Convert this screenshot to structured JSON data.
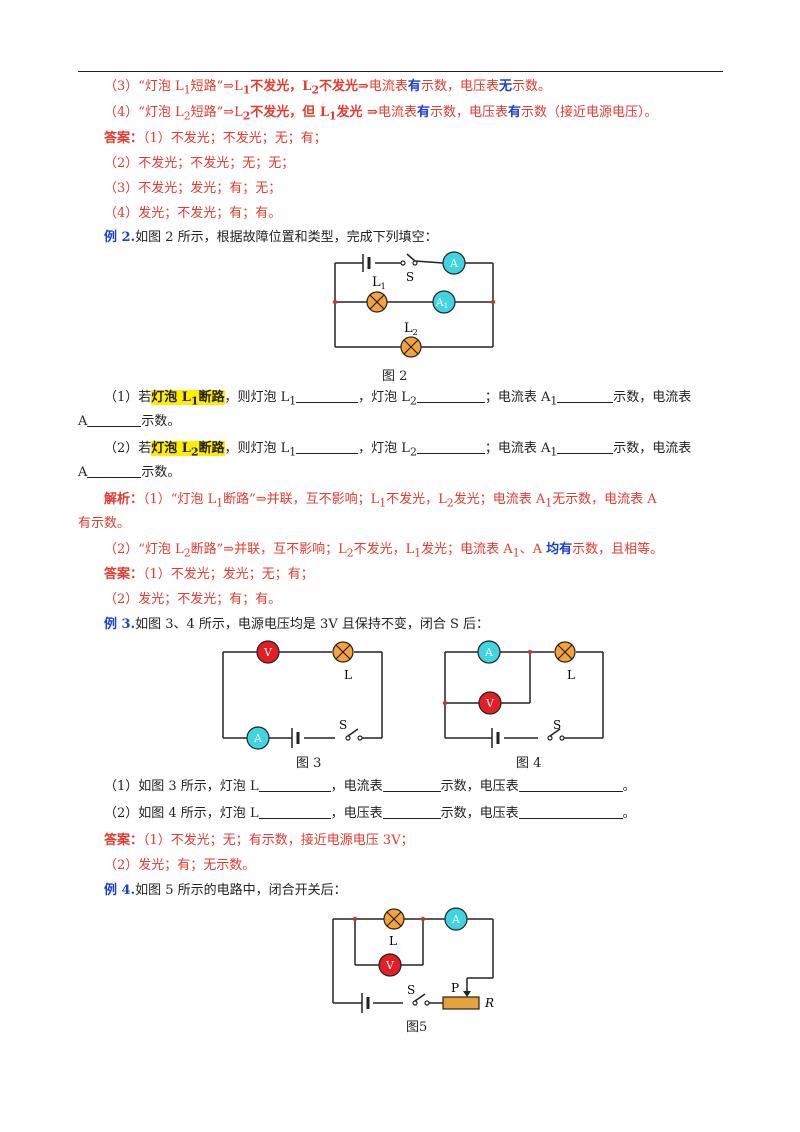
{
  "ex1_tail": {
    "l3": {
      "pre": "（3）“灯泡 L",
      "sub1": "1",
      "mid1": "短路”⇒L",
      "sub2": "1",
      "b1": "不发光，L",
      "sub3": "2",
      "b2": "不发光⇒",
      "t1": "电流表",
      "blue1": "有",
      "t2": "示数，电压表",
      "blue2": "无",
      "t3": "示数。"
    },
    "l4": {
      "pre": "（4）“灯泡 L",
      "sub1": "2",
      "mid1": "短路”⇒L",
      "sub2": "2",
      "b1": "不发光，但 L",
      "sub3": "1",
      "b2": "发光 ⇒",
      "t1": "电流表",
      "blue1": "有",
      "t2": "示数，电压表",
      "blue2": "有",
      "t3": "示数（接近电源电压）。"
    },
    "answer_label": "答案：",
    "answers": [
      "（1）不发光；不发光；无；有；",
      "（2）不发光；不发光；无；无；",
      "（3）不发光；发光；有；无；",
      "（4）发光；不发光；有；有。"
    ]
  },
  "ex2": {
    "label": "例 2.",
    "text": "如图 2 所示，根据故障位置和类型，完成下列填空：",
    "figure": {
      "caption": "图 2",
      "switch": "S",
      "ammeter_main": "A",
      "ammeter_1": "A",
      "ammeter_1_sub": "1",
      "lamp1": "L",
      "lamp1_sub": "1",
      "lamp2": "L",
      "lamp2_sub": "2"
    },
    "q1": {
      "pre": "（1）若",
      "hl": "灯泡 L",
      "hl_sub": "1",
      "hl_tail": "断路",
      "t1": "，则灯泡 L",
      "s1": "1",
      "t2": "，灯泡 L",
      "s2": "2",
      "t3": "；电流表 A",
      "s3": "1",
      "t4": "示数，电流表",
      "t5": "A",
      "t6": "示数。"
    },
    "q2": {
      "pre": "（2）若",
      "hl": "灯泡 L",
      "hl_sub": "2",
      "hl_tail": "断路",
      "t1": "，则灯泡 L",
      "s1": "1",
      "t2": "，灯泡 L",
      "s2": "2",
      "t3": "；电流表 A",
      "s3": "1",
      "t4": "示数，电流表",
      "t5": "A",
      "t6": "示数。"
    },
    "analysis_label": "解析：",
    "a1": {
      "pre": "（1）“灯泡 L",
      "s1": "1",
      "t1": "断路”⇒并联，互不影响；L",
      "s2": "1",
      "t2": "不发光，L",
      "s3": "2",
      "t3": "发光；电流表 A",
      "s4": "1",
      "t4": "无示数，电流表 A",
      "t5": "有示数。"
    },
    "a2": {
      "pre": "（2）“灯泡 L",
      "s1": "2",
      "t1": "断路”⇒并联，互不影响；L",
      "s2": "2",
      "t2": "不发光，L",
      "s3": "1",
      "t3": "发光；电流表 A",
      "s4": "1",
      "t4": "、A ",
      "blue": "均有",
      "t5": "示数，且相等。"
    },
    "answer_label": "答案：",
    "answers": [
      "（1）不发光；发光；无；有；",
      "（2）发光；不发光；有；有。"
    ]
  },
  "ex3": {
    "label": "例 3.",
    "text": "如图 3、4 所示，电源电压均是 3V 且保持不变，闭合 S 后：",
    "fig3": {
      "caption": "图 3",
      "voltmeter": "V",
      "ammeter": "A",
      "lamp": "L",
      "switch": "S"
    },
    "fig4": {
      "caption": "图 4",
      "voltmeter": "V",
      "ammeter": "A",
      "lamp": "L",
      "switch": "S"
    },
    "q1": {
      "t1": "（1）如图 3 所示，灯泡 L",
      "t2": "，电流表",
      "t3": "示数，电压表",
      "t4": "。"
    },
    "q2": {
      "t1": "（2）如图 4 所示，灯泡 L",
      "t2": "，电压表",
      "t3": "示数，电压表",
      "t4": "。"
    },
    "answer_label": "答案：",
    "answers": [
      "（1）不发光；无；有示数，接近电源电压 3V；",
      "（2）发光；有；无示数。"
    ]
  },
  "ex4": {
    "label": "例 4.",
    "text": "如图 5 所示的电路中，闭合开关后：",
    "fig5": {
      "caption": "图5",
      "lamp": "L",
      "ammeter": "A",
      "voltmeter": "V",
      "switch": "S",
      "slider": "P",
      "rheostat": "R"
    }
  },
  "colors": {
    "red_text": "#e53a2f",
    "blue_text": "#1c3fd6",
    "highlight": "#ffee00",
    "lamp_fill": "#f5a33a",
    "ammeter_fill": "#3fd4e0",
    "voltmeter_fill": "#e31e24",
    "rheostat_fill": "#e8a23a"
  }
}
